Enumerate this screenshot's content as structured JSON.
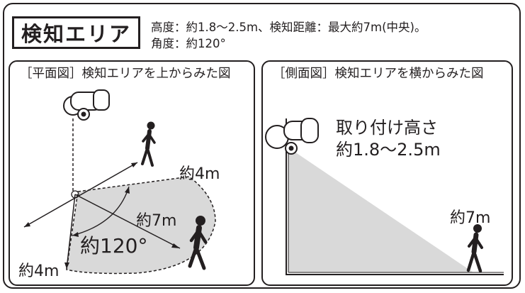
{
  "title": "検知エリア",
  "specs": {
    "line1": "高度：約1.8〜2.5m、検知距離：最大約7m(中央)。",
    "line2": "角度：約120°"
  },
  "top_view": {
    "title": "［平面図］検知エリアを上からみた図",
    "label_4m_upper": "約4m",
    "label_7m": "約7m",
    "label_angle": "約120°",
    "label_4m_lower": "約4m"
  },
  "side_view": {
    "title": "［側面図］検知エリアを横からみた図",
    "mount_height_label": "取り付け高さ",
    "mount_height_value": "約1.8〜2.5m",
    "label_7m": "約7m"
  },
  "colors": {
    "line": "#231f20",
    "area": "#d9d9d9",
    "background": "#ffffff"
  },
  "icons": [
    "motion-sensor-light-icon",
    "walking-person-icon"
  ]
}
